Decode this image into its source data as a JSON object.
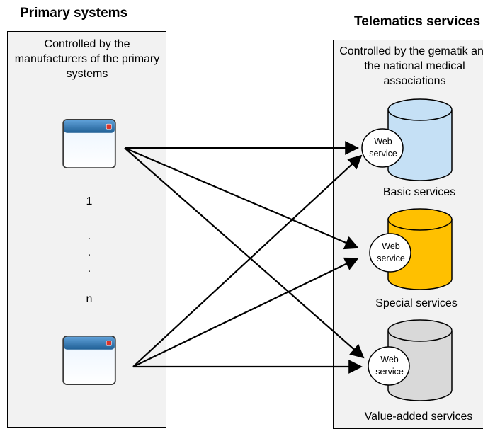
{
  "left_column": {
    "heading": "Primary systems",
    "note": "Controlled by the manufacturers of the primary systems",
    "top_label": "1",
    "dots": [
      ".",
      ".",
      "."
    ],
    "bottom_label": "n"
  },
  "right_column": {
    "heading": "Telematics services",
    "note": "Controlled by the gematik and the national medical associations",
    "services": [
      {
        "name": "Basic services",
        "web_service": "Web service",
        "color": "#c5e0f5"
      },
      {
        "name": "Special services",
        "web_service": "Web service",
        "color": "#ffc000"
      },
      {
        "name": "Value-added services",
        "web_service": "Web service",
        "color": "#d9d9d9"
      }
    ]
  },
  "colors": {
    "panel_fill": "#f2f2f2",
    "window_titlebar": "#2a6fa6",
    "window_close": "#d9342b"
  },
  "icons": [
    "application-window-icon",
    "database-cylinder-icon"
  ]
}
